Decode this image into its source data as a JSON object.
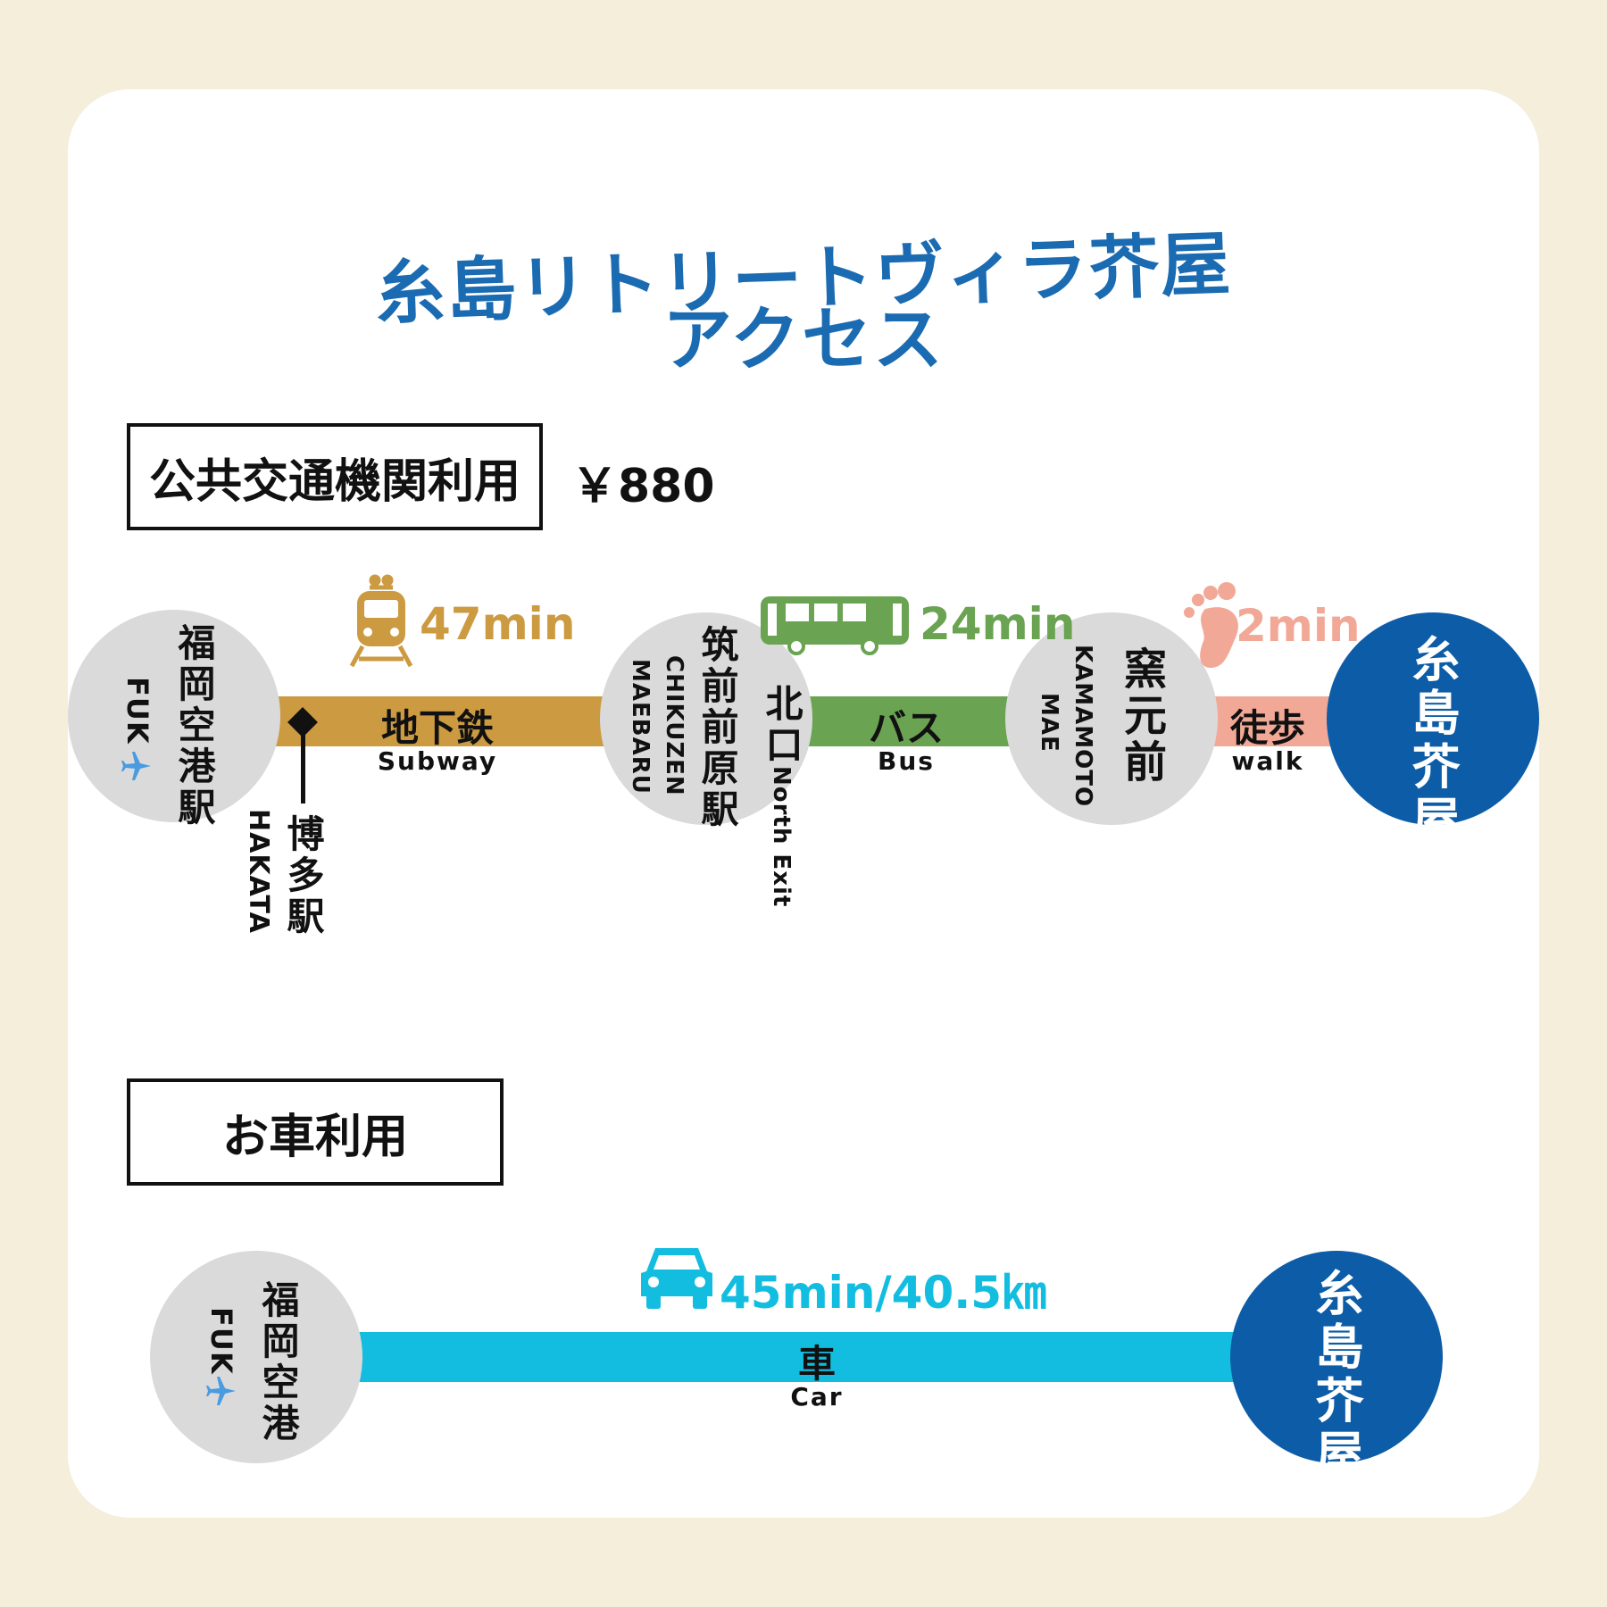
{
  "title": {
    "line1": "糸島リトリートヴィラ芥屋",
    "line2": "アクセス"
  },
  "colors": {
    "subway": "#cc9a40",
    "bus": "#6aa352",
    "walk": "#f2a896",
    "car": "#12bde0",
    "destination": "#0d5ca7",
    "title": "#1a6bb2",
    "station": "#dadada"
  },
  "public": {
    "label": "公共交通機関利用",
    "fare": "￥880",
    "stations": {
      "airport": {
        "jp": "福岡空港駅",
        "en": "FUK"
      },
      "hakata": {
        "jp": "博多駅",
        "en": "HAKATA"
      },
      "chikuzen": {
        "jp": "筑前前原駅",
        "en_line1": "CHIKUZEN",
        "en_line2": "MAEBARU",
        "exit_jp": "北口",
        "exit_en": "North Exit"
      },
      "kamamoto": {
        "jp": "窯元前",
        "en_line1": "KAMAMOTO",
        "en_line2": "MAE"
      },
      "destination": {
        "jp": "糸島芥屋"
      }
    },
    "segments": [
      {
        "mode_jp": "地下鉄",
        "mode_en": "Subway",
        "duration": "47min",
        "icon": "train-icon"
      },
      {
        "mode_jp": "バス",
        "mode_en": "Bus",
        "duration": "24min",
        "icon": "bus-icon"
      },
      {
        "mode_jp": "徒歩",
        "mode_en": "walk",
        "duration": "2min",
        "icon": "footprint-icon"
      }
    ]
  },
  "car": {
    "label": "お車利用",
    "origin": {
      "jp": "福岡空港",
      "en": "FUK"
    },
    "destination": {
      "jp": "糸島芥屋"
    },
    "mode_jp": "車",
    "mode_en": "Car",
    "duration": "45min/40.5㎞",
    "icon": "car-icon"
  }
}
